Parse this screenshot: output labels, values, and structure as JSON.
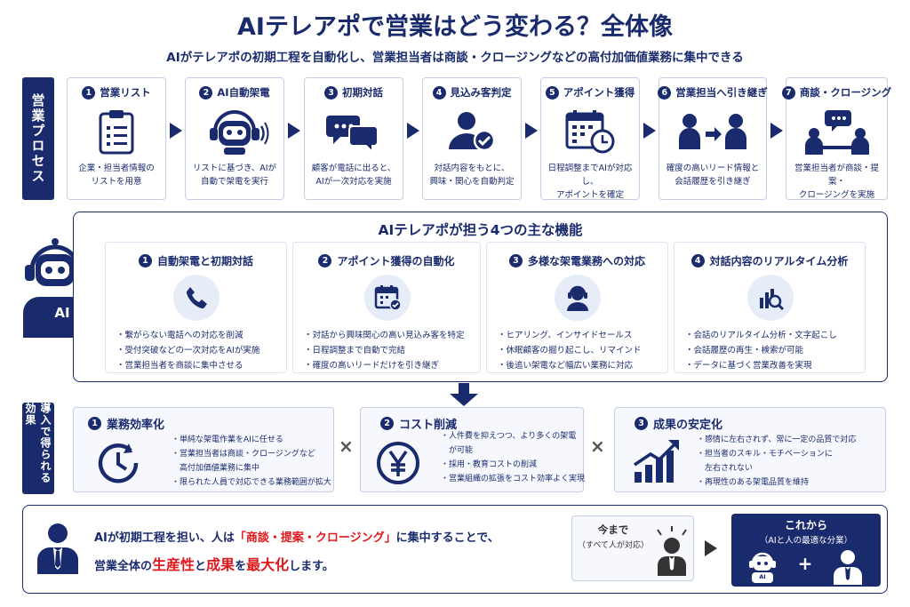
{
  "title": "AIテレアポで営業はどう変わる？全体像",
  "subtitle": "AIがテレアポの初期工程を自動化し、営業担当者は商談・クロージングなどの高付加価値業務に集中できる",
  "process": {
    "label": "営業プロセス",
    "steps": [
      {
        "num": "1",
        "title": "営業リスト",
        "icon": "clipboard-list-icon",
        "desc1": "企業・担当者情報の",
        "desc2": "リストを用意"
      },
      {
        "num": "2",
        "title": "AI自動架電",
        "icon": "robot-headset-icon",
        "desc1": "リストに基づき、AIが",
        "desc2": "自動で架電を実行"
      },
      {
        "num": "3",
        "title": "初期対話",
        "icon": "speech-bubbles-icon",
        "desc1": "顧客が電話に出ると、",
        "desc2": "AIが一次対応を実施"
      },
      {
        "num": "4",
        "title": "見込み客判定",
        "icon": "user-check-icon",
        "desc1": "対話内容をもとに、",
        "desc2": "興味・関心を自動判定"
      },
      {
        "num": "5",
        "title": "アポイント獲得",
        "icon": "calendar-clock-icon",
        "desc1": "日程調整までAIが対応し、",
        "desc2": "アポイントを確定"
      },
      {
        "num": "6",
        "title": "営業担当へ引き継ぎ",
        "icon": "handover-icon",
        "desc1": "確度の高いリード情報と",
        "desc2": "会話履歴を引き継ぎ"
      },
      {
        "num": "7",
        "title": "商談・クロージング",
        "icon": "meeting-icon",
        "desc1": "営業担当者が商談・提案・",
        "desc2": "クロージングを実施"
      }
    ]
  },
  "functions": {
    "heading": "AIテレアポが担う4つの主な機能",
    "mascot_label": "AI",
    "items": [
      {
        "num": "1",
        "title": "自動架電と初期対話",
        "icon": "phone-icon",
        "bullets": [
          "繋がらない電話への対応を削減",
          "受付突破などの一次対応をAIが実施",
          "営業担当者を商談に集中させる"
        ]
      },
      {
        "num": "2",
        "title": "アポイント獲得の自動化",
        "icon": "calendar-check-icon",
        "bullets": [
          "対話から興味関心の高い見込み客を特定",
          "日程調整まで自動で完結",
          "確度の高いリードだけを引き継ぎ"
        ]
      },
      {
        "num": "3",
        "title": "多様な架電業務への対応",
        "icon": "operator-icon",
        "bullets": [
          "ヒアリング、インサイドセールス",
          "休眠顧客の掘り起こし、リマインド",
          "後追い架電など幅広い業務に対応"
        ]
      },
      {
        "num": "4",
        "title": "対話内容のリアルタイム分析",
        "icon": "analytics-icon",
        "bullets": [
          "会話のリアルタイム分析・文字起こし",
          "会話履歴の再生・検索が可能",
          "データに基づく営業改善を実現"
        ]
      }
    ]
  },
  "effects": {
    "label": "導入で得られる効果",
    "times": "×",
    "items": [
      {
        "num": "1",
        "title": "業務効率化",
        "icon": "clock-icon",
        "bullets": [
          "単純な架電作業をAIに任せる",
          "営業担当者は商談・クロージングなど",
          "　高付加価値業務に集中",
          "限られた人員で対応できる業務範囲が拡大"
        ]
      },
      {
        "num": "2",
        "title": "コスト削減",
        "icon": "yen-icon",
        "bullets": [
          "人件費を抑えつつ、より多くの架電",
          "　が可能",
          "採用・教育コストの削減",
          "営業組織の拡張をコスト効率よく実現"
        ]
      },
      {
        "num": "3",
        "title": "成果の安定化",
        "icon": "growth-chart-icon",
        "bullets": [
          "感情に左右されず、常に一定の品質で対応",
          "担当者のスキル・モチベーションに",
          "　左右されない",
          "再現性のある架電品質を維持"
        ]
      }
    ]
  },
  "summary": {
    "line1_a": "AIが初期工程を担い、人は",
    "line1_b": "「商談・提案・クロージング」",
    "line1_c": "に集中することで、",
    "line2_a": "営業全体の",
    "line2_b": "生産性",
    "line2_c": "と",
    "line2_d": "成果",
    "line2_e": "を",
    "line2_f": "最大化",
    "line2_g": "します。",
    "before_title": "今まで",
    "before_sub": "（すべて人が対応）",
    "after_title": "これから",
    "after_sub": "（AIと人の最適な分業）",
    "after_ai": "AI",
    "plus": "+"
  },
  "colors": {
    "navy": "#1a2b6d",
    "accent_red": "#e0181b",
    "light_blue": "#e6ecf8"
  }
}
